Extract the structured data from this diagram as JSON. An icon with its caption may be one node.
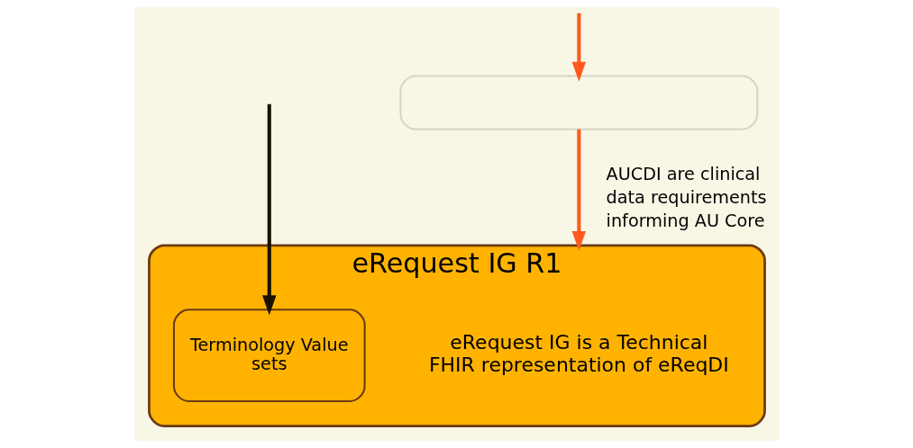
{
  "diagram": {
    "nodes": [
      {
        "text": [],
        "shape": "box"
      },
      {
        "text": [
          "eRequest IG R1",
          "eRequest IG is a Technical FHIR representation of eReqDI"
        ]
      },
      {
        "text": [
          "Terminology Value sets"
        ],
        "in": 1
      }
    ],
    "edges": [
      {
        "from": null,
        "to": 0,
        "arrow": "to",
        "color": "#ff5a1e"
      },
      {
        "from": 0,
        "to": 1,
        "arrow": "to",
        "label": "AUCDI are clinical data requirements informing AU Core",
        "color": "#ff5a1e"
      },
      {
        "from": null,
        "to": 2,
        "arrow": "to",
        "color": "#1a1200"
      }
    ]
  }
}
